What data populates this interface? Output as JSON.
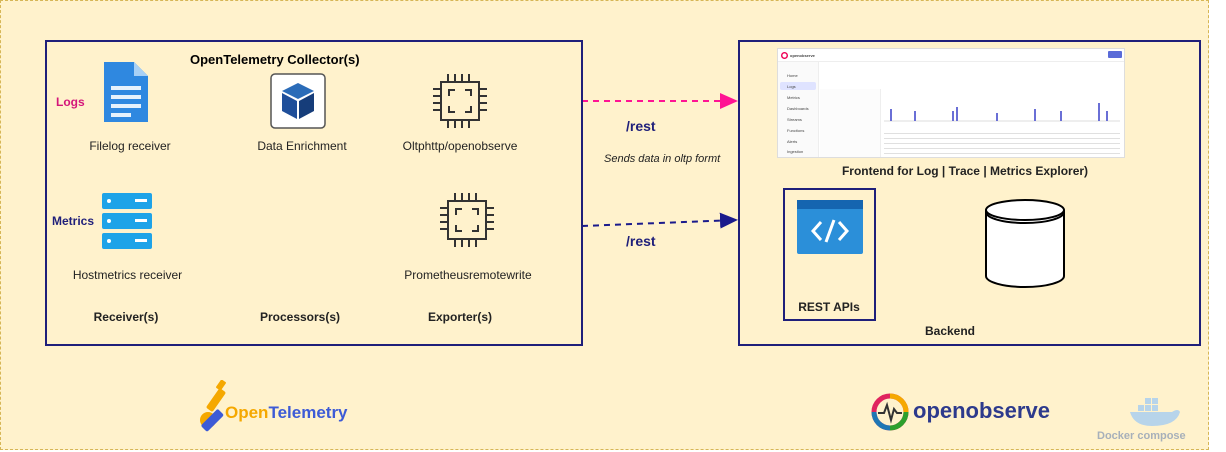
{
  "collector": {
    "title": "OpenTelemetry Collector(s)",
    "logs_label": "Logs",
    "metrics_label": "Metrics",
    "filelog": "Filelog receiver",
    "enrichment": "Data Enrichment",
    "otlp_exporter": "Oltphttp/openobserve",
    "hostmetrics": "Hostmetrics receiver",
    "prom_exporter": "Prometheusremotewrite",
    "receivers": "Receiver(s)",
    "processors": "Processors(s)",
    "exporters": "Exporter(s)"
  },
  "links": {
    "rest_top": "/rest",
    "rest_bottom": "/rest",
    "sends_note": "Sends data in oltp formt"
  },
  "backend": {
    "frontend_caption": "Frontend for Log | Trace | Metrics  Explorer)",
    "rest_apis": "REST APIs",
    "backend_label": "Backend",
    "screenshot": {
      "brand": "openobserve",
      "menu": [
        "Home",
        "Logs",
        "Metrics",
        "Dashboards",
        "Streams",
        "Functions",
        "Alerts",
        "Ingestion"
      ]
    }
  },
  "logos": {
    "otel": "OpenTelemetry",
    "otel_part1": "Open",
    "otel_part2": "Telemetry",
    "openobserve": "openobserve",
    "docker": "Docker compose"
  },
  "colors": {
    "logs_arrow": "#ff1493",
    "metrics_arrow": "#1a1a8c",
    "box_border": "#1f1f7a",
    "background": "#fff2cc"
  }
}
